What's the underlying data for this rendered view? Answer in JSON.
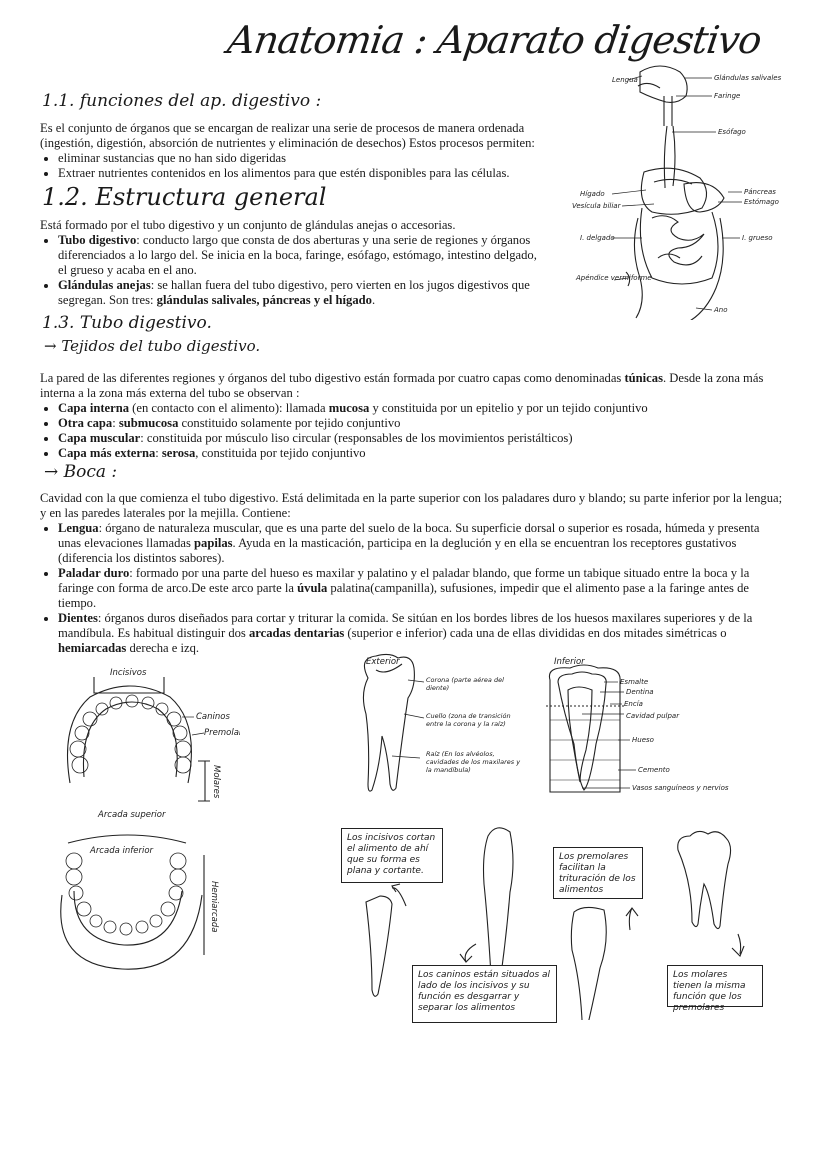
{
  "title": "Anatomia : Aparato digestivo",
  "s11": {
    "heading": "1.1. funciones del ap. digestivo :",
    "text": "Es el conjunto de órganos que se encargan de realizar una serie de procesos de manera ordenada (ingestión, digestión, absorción de nutrientes y eliminación de desechos) Estos procesos permiten:",
    "bullets": [
      "eliminar sustancias que no han sido digeridas",
      "Extraer nutrientes contenidos en los alimentos para que estén disponibles para las células."
    ]
  },
  "s12": {
    "heading": "1.2. Estructura general",
    "text": "Está formado por el tubo digestivo y un conjunto de glándulas anejas o accesorias.",
    "b1_bold": "Tubo digestivo",
    "b1_text": ": conducto largo que consta de dos aberturas y una serie de regiones y órganos diferenciados a lo largo del. Se inicia en la boca, faringe, esófago, estómago, intestino delgado, el grueso y acaba en el ano.",
    "b2_bold": "Glándulas anejas",
    "b2_text": ": se hallan fuera del tubo digestivo, pero vierten en los jugos digestivos que segregan. Son tres: ",
    "b2_bold2": "glándulas salivales, páncreas y el hígado",
    "b2_end": "."
  },
  "s13": {
    "heading": "1.3. Tubo digestivo.",
    "subheading": "→ Tejidos del tubo digestivo.",
    "text_a": "La pared de las diferentes regiones y órganos del tubo digestivo están formada por cuatro capas como denominadas ",
    "text_bold": "túnicas",
    "text_b": ". Desde la zona más interna a la zona más externa del tubo se observan :",
    "l1_bold": "Capa interna",
    "l1_a": " (en contacto con el alimento): llamada ",
    "l1_bold2": "mucosa",
    "l1_b": " y constituida por un epitelio y por un tejido conjuntivo",
    "l2_bold": "Otra capa",
    "l2_a": ": ",
    "l2_bold2": "submucosa",
    "l2_b": " constituido solamente por tejido conjuntivo",
    "l3_bold": "Capa muscular",
    "l3_a": ": constituida por músculo liso circular (responsables de los movimientos peristálticos)",
    "l4_bold": "Capa más externa",
    "l4_a": ": ",
    "l4_bold2": "serosa",
    "l4_b": ", constituida por tejido conjuntivo"
  },
  "boca": {
    "heading": "→ Boca :",
    "text": "Cavidad con la que comienza el tubo digestivo. Está delimitada en la parte superior con los paladares duro y blando; su parte inferior por la lengua; y en las paredes laterales por la mejilla. Contiene:",
    "l1_bold": "Lengua",
    "l1_a": ": órgano de naturaleza muscular, que es una parte del suelo de la boca. Su superficie dorsal o superior es rosada, húmeda y presenta unas elevaciones llamadas ",
    "l1_bold2": "papilas",
    "l1_b": ". Ayuda en la masticación, participa en la deglución y en ella se encuentran los receptores gustativos (diferencia los distintos sabores).",
    "l2_bold": "Paladar duro",
    "l2_a": ": formado por una parte del hueso es maxilar y palatino y el paladar blando, que forme un tabique situado entre la boca y la faringe con forma de arco.De este arco parte la ",
    "l2_bold2": "úvula",
    "l2_b": " palatina(campanilla), sufusiones, impedir que el alimento pase a la faringe antes de tiempo.",
    "l3_bold": "Dientes",
    "l3_a": ": órganos duros diseñados para cortar y triturar la comida. Se sitúan en los bordes libres de los huesos maxilares superiores y de la mandíbula. Es habitual distinguir dos ",
    "l3_bold2": "arcadas dentarias",
    "l3_b": " (superior e inferior) cada una de ellas divididas en dos mitades simétricas o ",
    "l3_bold3": "hemiarcadas",
    "l3_c": " derecha e izq."
  },
  "digestive_labels": {
    "lengua": "Lengua",
    "glandulas": "Glándulas salivales",
    "faringe": "Faringe",
    "esofago": "Esófago",
    "higado": "Hígado",
    "vesicula": "Vesícula biliar",
    "pancreas": "Páncreas",
    "estomago": "Estómago",
    "delgado": "I. delgado",
    "grueso": "I. grueso",
    "apendice": "Apéndice vermiforme",
    "ano": "Ano"
  },
  "arcade_labels": {
    "incisivos": "Incisivos",
    "caninos": "Caninos",
    "premolares": "Premolares",
    "molares": "Molares",
    "superior": "Arcada superior",
    "inferior": "Arcada inferior",
    "hemiarcada": "Hemiarcada"
  },
  "tooth_labels": {
    "exterior": "Exterior",
    "interior": "Inferior",
    "corona": "Corona (parte aérea del diente)",
    "cuello": "Cuello (zona de transición entre la corona y la raíz)",
    "raiz": "Raíz (En los alvéolos, cavidades de los maxilares y la mandíbula)",
    "esmalte": "Esmalte",
    "dentina": "Dentina",
    "encia": "Encía",
    "cavidad": "Cavidad pulpar",
    "hueso": "Hueso",
    "cemento": "Cemento",
    "vasos": "Vasos sanguíneos y nervios"
  },
  "boxes": {
    "incisivos": "Los incisivos cortan el alimento de ahí que su forma es plana y cortante.",
    "caninos": "Los caninos están situados al lado de los incisivos y su función es desgarrar y separar los alimentos",
    "premolares": "Los premolares facilitan la trituración de los alimentos",
    "molares": "Los molares tienen la misma función que los premolares"
  }
}
